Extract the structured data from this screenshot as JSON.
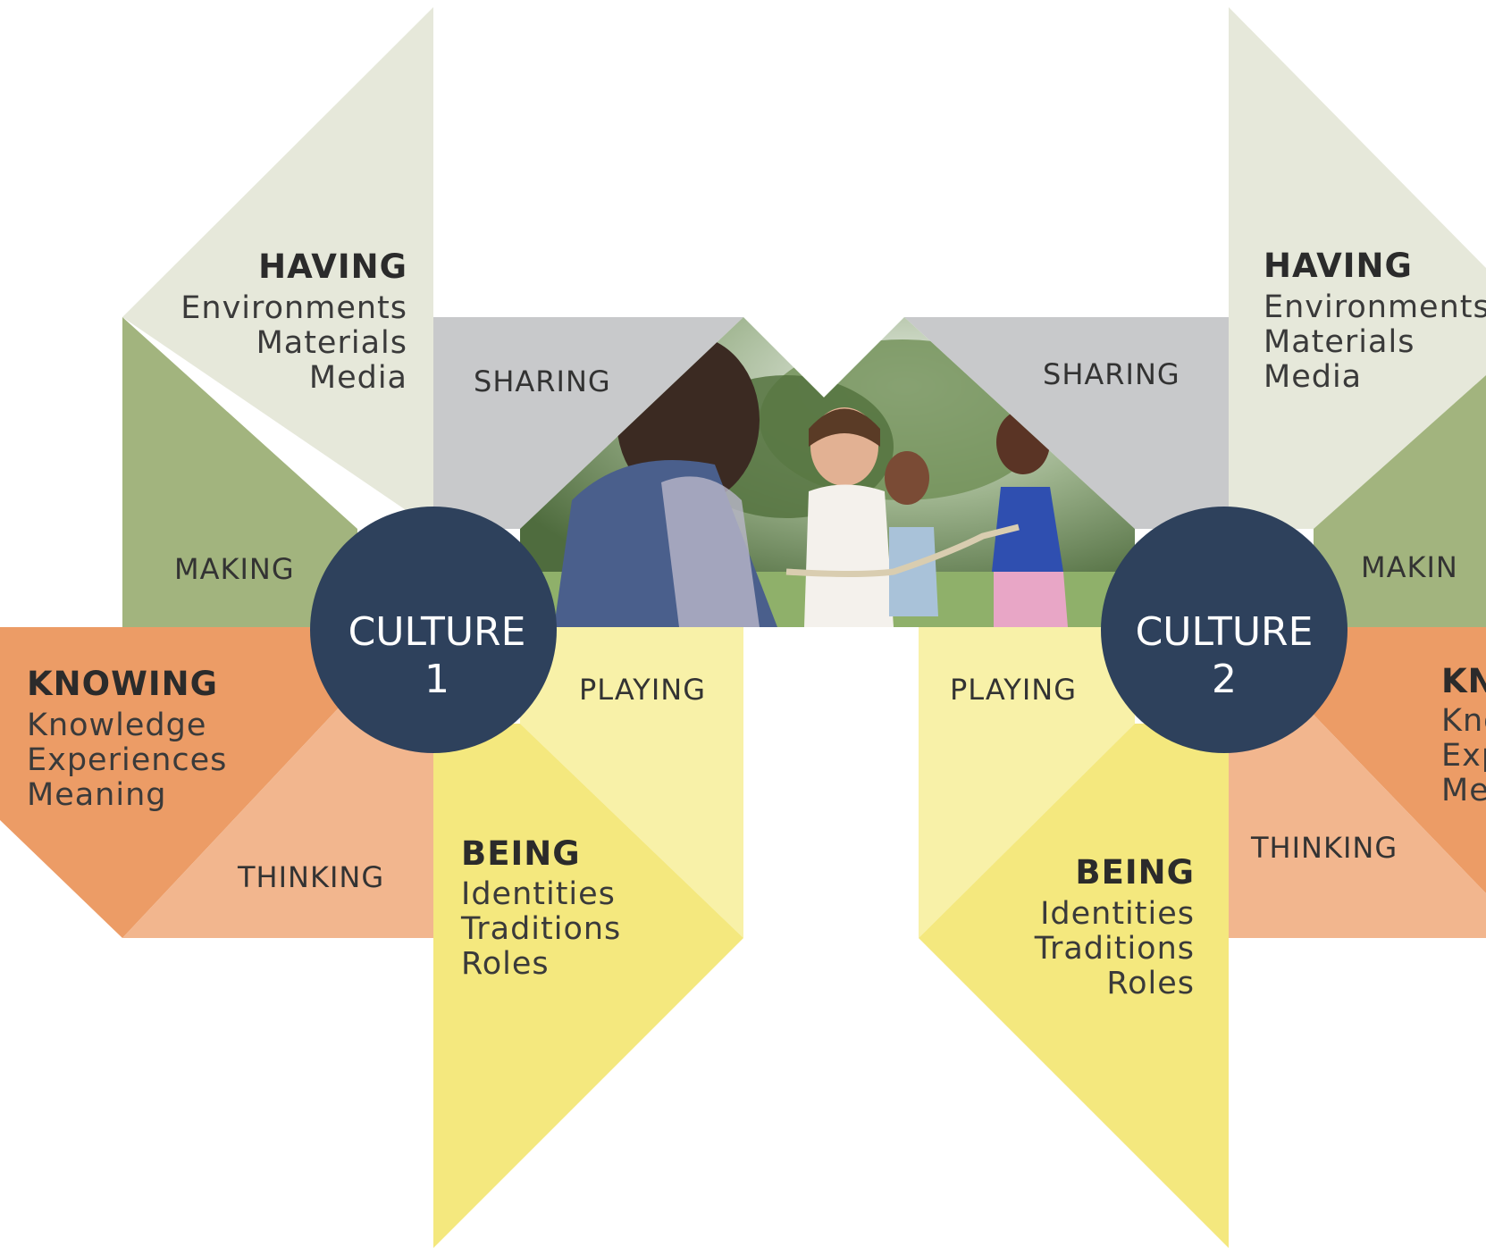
{
  "culture1": {
    "label": "CULTURE",
    "number": "1",
    "having": {
      "title": "HAVING",
      "items": [
        "Environments",
        "Materials",
        "Media"
      ]
    },
    "knowing": {
      "title": "KNOWING",
      "items": [
        "Knowledge",
        "Experiences",
        "Meaning"
      ]
    },
    "being": {
      "title": "BEING",
      "items": [
        "Identities",
        "Traditions",
        "Roles"
      ]
    },
    "verbs": {
      "sharing": "SHARING",
      "making": "MAKING",
      "thinking": "THINKING",
      "playing": "PLAYING"
    }
  },
  "culture2": {
    "label": "CULTURE",
    "number": "2",
    "having": {
      "title": "HAVING",
      "items": [
        "Environments",
        "Materials",
        "Media"
      ]
    },
    "knowing": {
      "title": "KN",
      "items": [
        "Kno",
        "Exp",
        "Me"
      ]
    },
    "being": {
      "title": "BEING",
      "items": [
        "Identities",
        "Traditions",
        "Roles"
      ]
    },
    "verbs": {
      "sharing": "SHARING",
      "making": "MAKIN",
      "thinking": "THINKING",
      "playing": "PLAYING"
    }
  },
  "photo": {
    "subject": "children-playing-tug-of-war-photo"
  },
  "colors": {
    "having_light": "#e6e8da",
    "making_green": "#a2b47e",
    "sharing_gray": "#c8c9cb",
    "knowing_orange": "#ec9c66",
    "thinking_peach": "#f2b68e",
    "being_yellow": "#f4e87e",
    "playing_yellow": "#f8f1a8",
    "culture_navy": "#2e415c"
  }
}
